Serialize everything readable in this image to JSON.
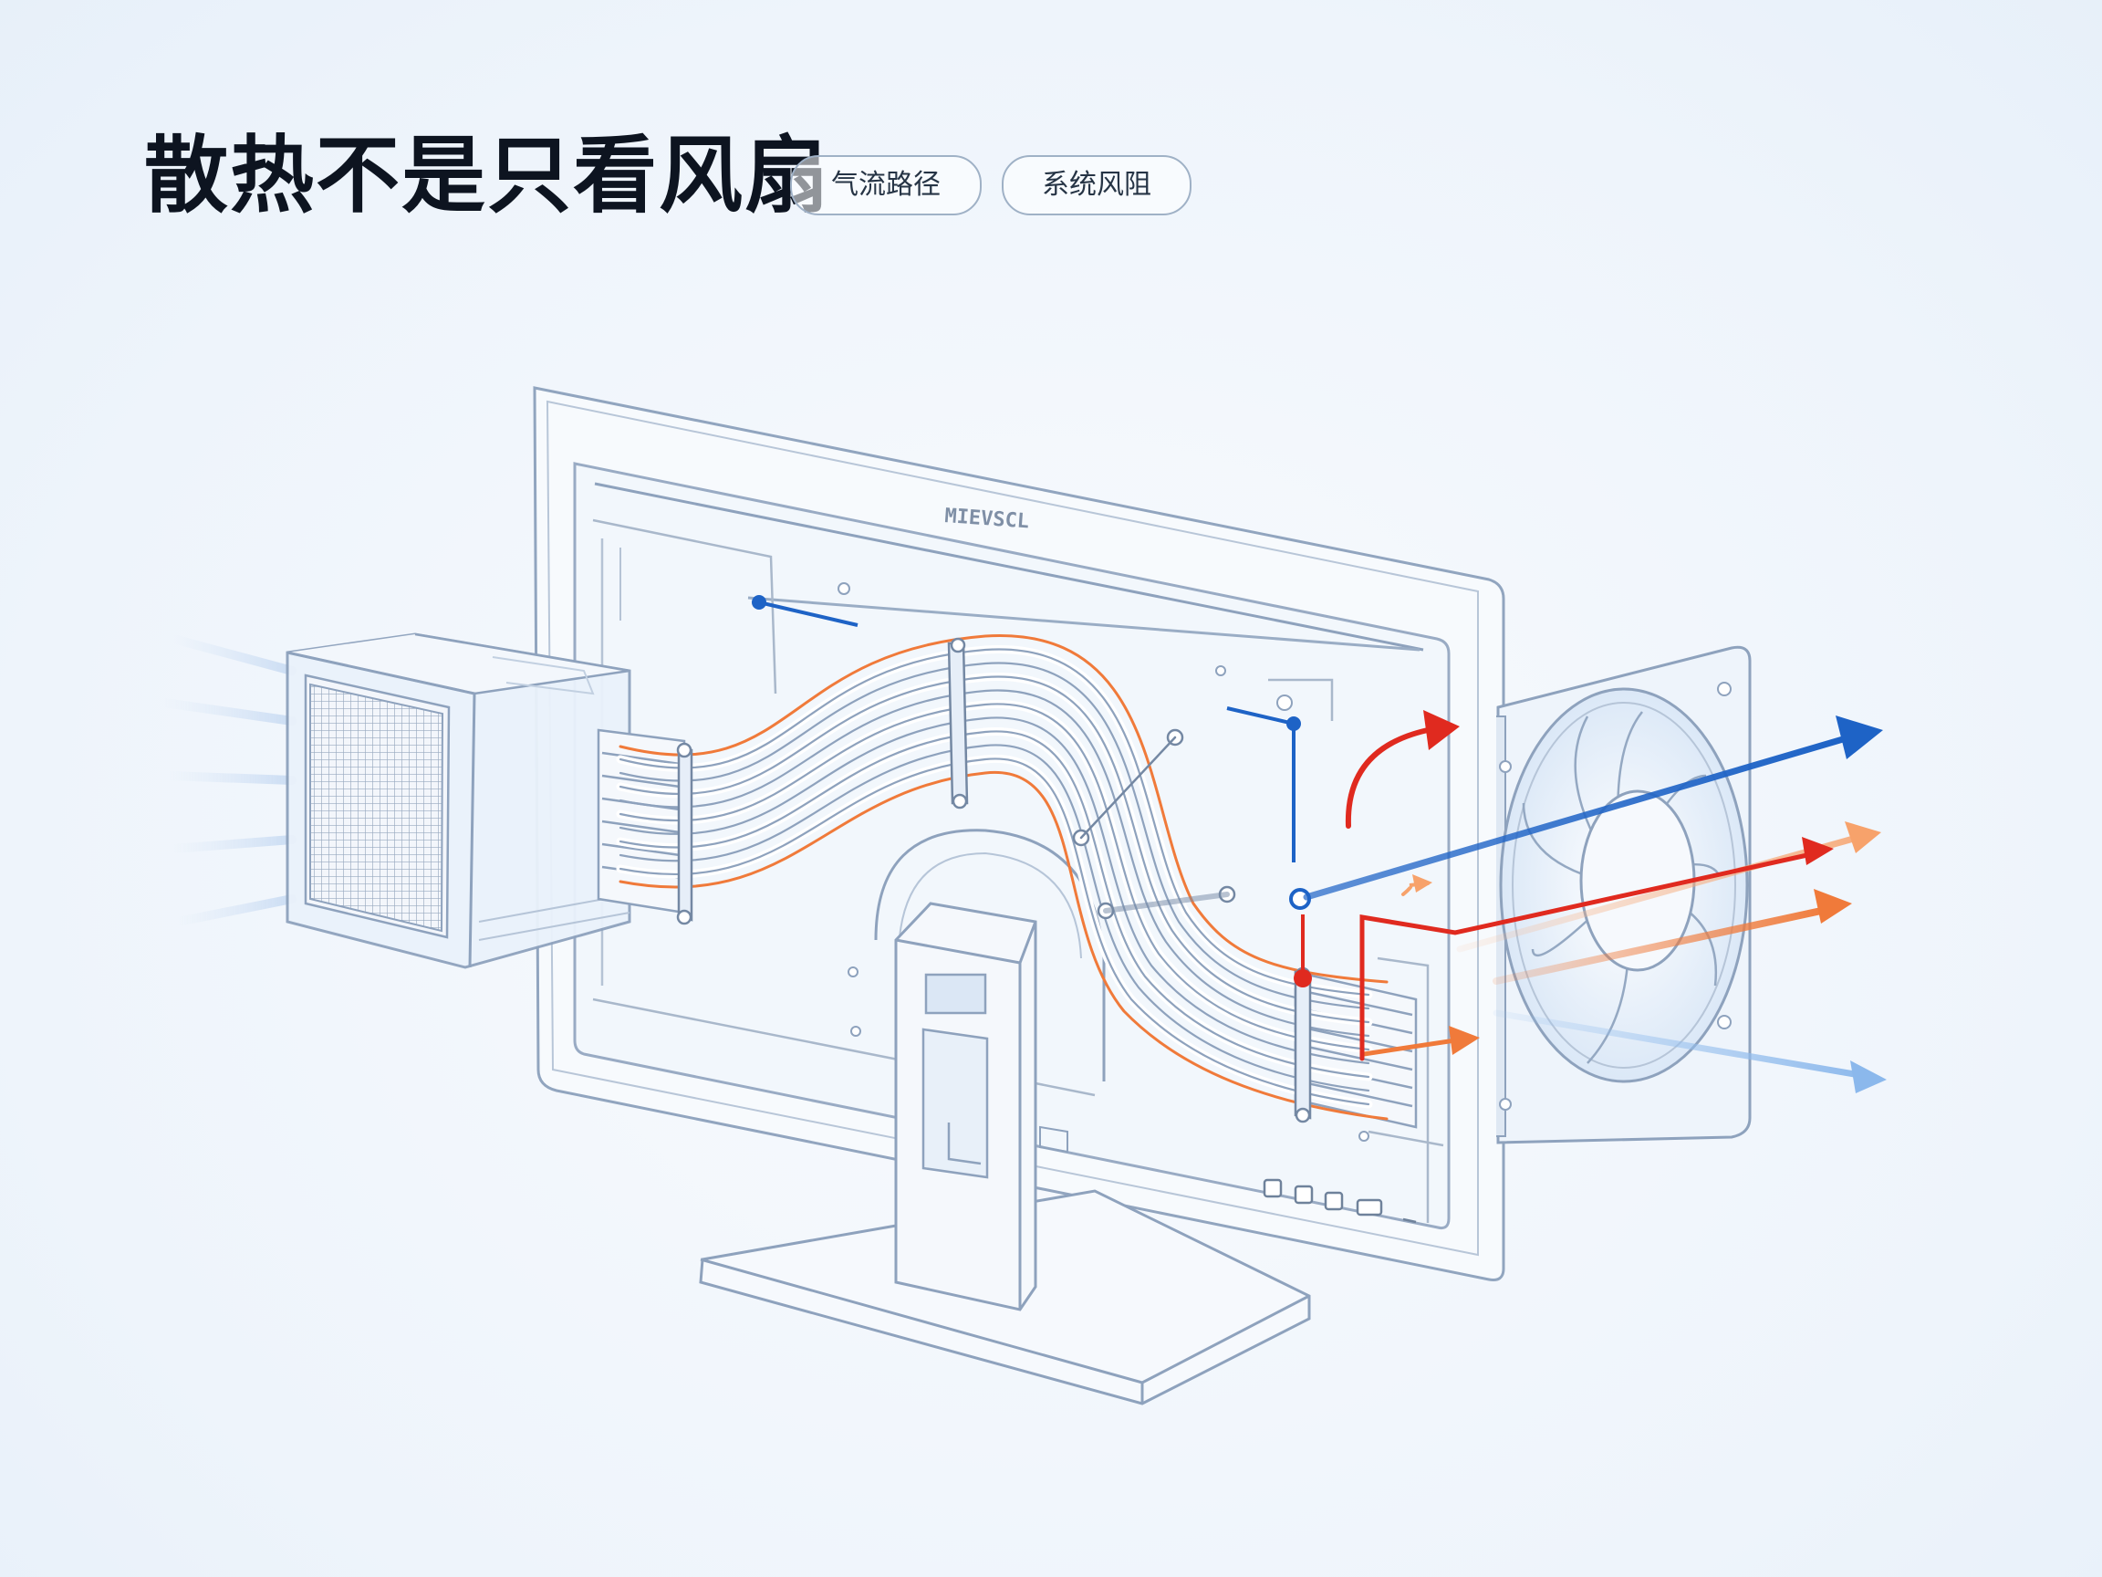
{
  "title": "散热不是只看风扇",
  "tags": [
    {
      "label": "气流路径"
    },
    {
      "label": "系统风阻"
    }
  ],
  "monitor_brand_text": "MIEVSCL",
  "colors": {
    "outline": "#8ea2bd",
    "panel_fill": "#f7fafd",
    "cool_air": "#1e63c6",
    "warm_air": "#f07a3a",
    "hot_air": "#e02a1f",
    "light_air": "#9cc3ee"
  },
  "icons": [
    "filter-grille-icon",
    "cooling-fan-icon",
    "heat-pipe-icon",
    "airflow-arrow-icon"
  ]
}
